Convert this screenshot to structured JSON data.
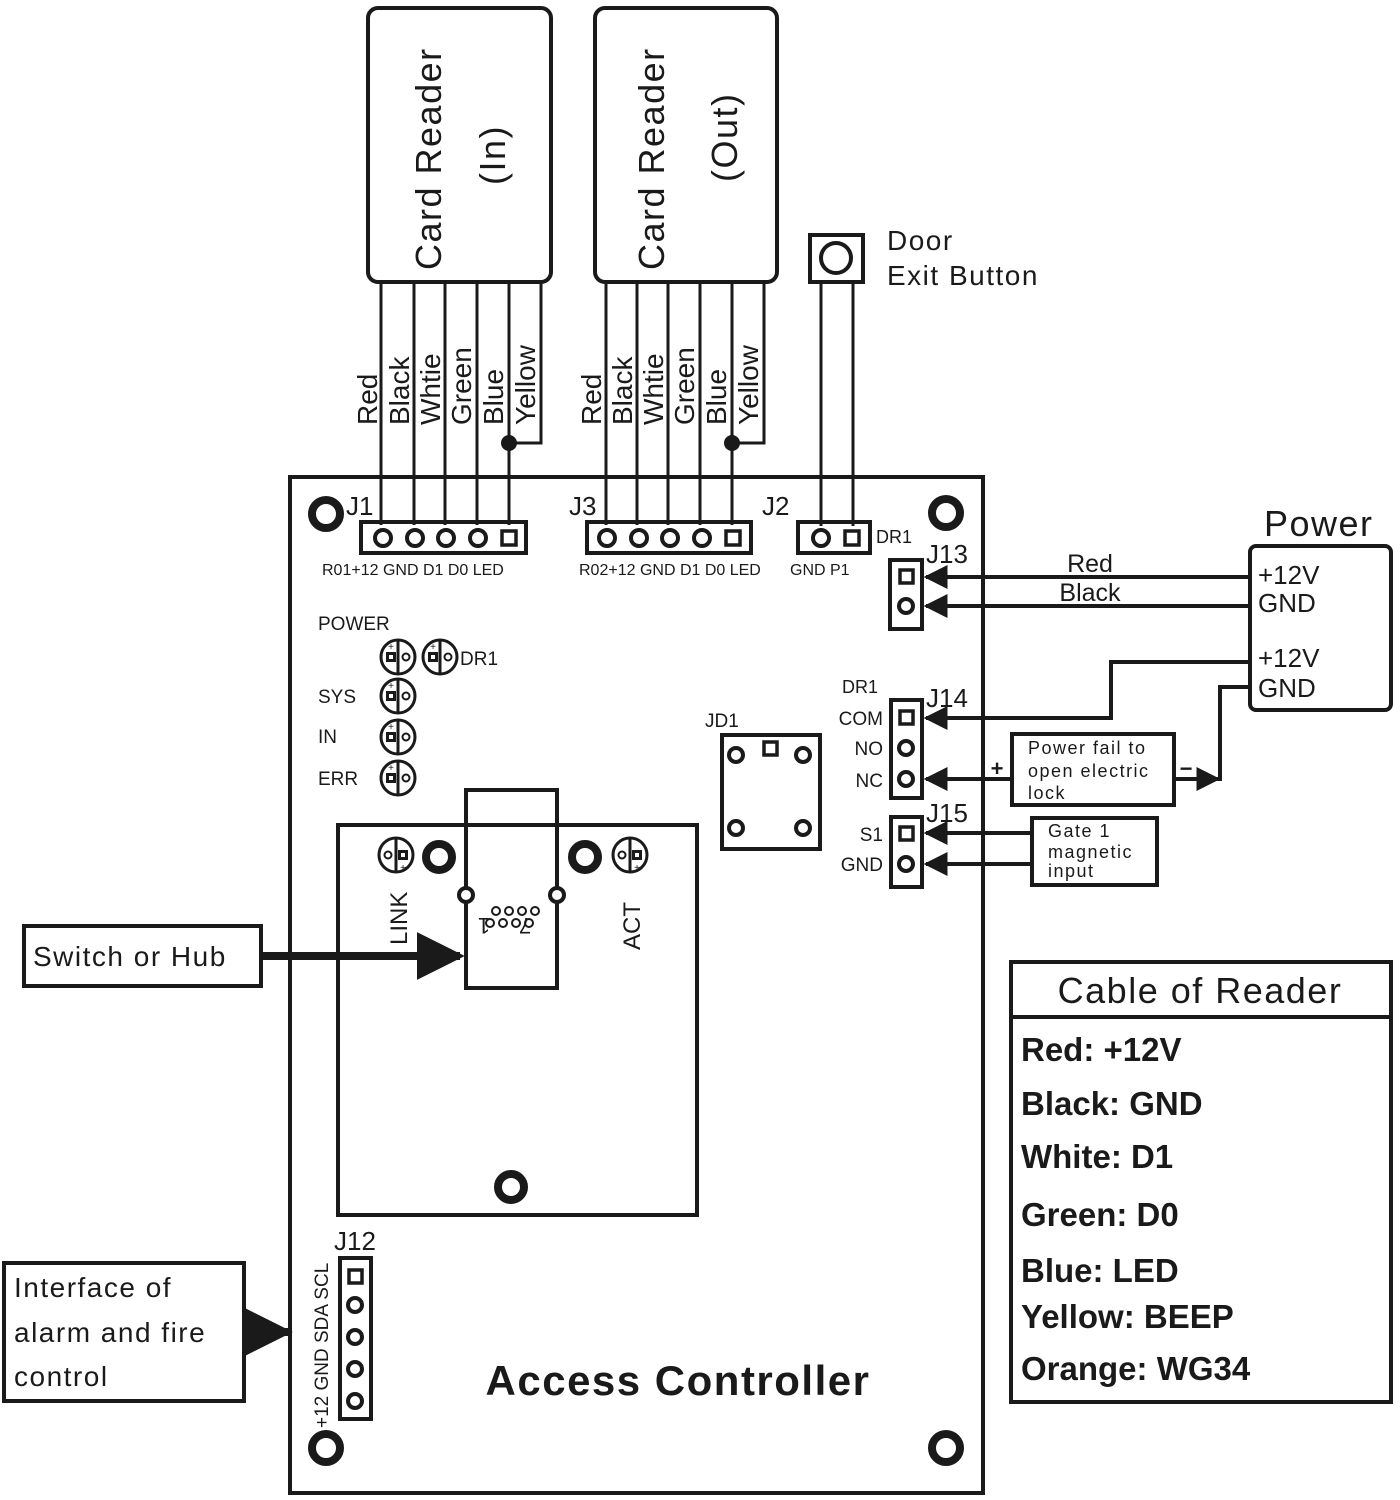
{
  "diagram": {
    "title": "Access Controller",
    "colors": {
      "ink": "#1a1a1a",
      "background": "#ffffff"
    }
  },
  "card_readers": [
    {
      "label": "Card Reader",
      "sub": "(In)",
      "connector": "J1",
      "wires": [
        "Red",
        "Black",
        "Whtie",
        "Green",
        "Blue",
        "Yellow"
      ],
      "pin_labels": "R01+12 GND D1 D0 LED"
    },
    {
      "label": "Card Reader",
      "sub": "(Out)",
      "connector": "J3",
      "wires": [
        "Red",
        "Black",
        "Whtie",
        "Green",
        "Blue",
        "Yellow"
      ],
      "pin_labels": "R02+12 GND D1 D0 LED"
    }
  ],
  "exit_button": {
    "line1": "Door",
    "line2": "Exit Button",
    "connector": "J2",
    "pin_labels": "GND P1",
    "side_label": "DR1"
  },
  "power": {
    "title": "Power",
    "out1_pos": "+12V",
    "out1_neg": "GND",
    "out2_pos": "+12V",
    "out2_neg": "GND",
    "wire_red": "Red",
    "wire_black": "Black",
    "connector": "J13"
  },
  "relay": {
    "group_label": "DR1",
    "connector": "J14",
    "pins": [
      "COM",
      "NO",
      "NC"
    ],
    "lock_box": [
      "Power fail to",
      "open electric",
      "lock"
    ],
    "plus": "+",
    "minus": "−"
  },
  "gate_input": {
    "connector": "J15",
    "pins": [
      "S1",
      "GND"
    ],
    "box": [
      "Gate 1",
      "magnetic",
      "input"
    ]
  },
  "jd1": {
    "label": "JD1"
  },
  "leds": {
    "power_label": "POWER",
    "dr1_label": "DR1",
    "sys_label": "SYS",
    "in_label": "IN",
    "err_label": "ERR"
  },
  "network": {
    "switch_label": "Switch or Hub",
    "link_label": "LINK",
    "act_label": "ACT",
    "pin1": "1",
    "pin7": "7"
  },
  "alarm": {
    "lines": [
      "Interface of",
      "alarm and fire",
      "control"
    ],
    "connector": "J12",
    "pin_labels": "+12 GND SDA SCL"
  },
  "cable_legend": {
    "title": "Cable of Reader",
    "rows": [
      "Red: +12V",
      "Black: GND",
      "White: D1",
      "Green: D0",
      "Blue: LED",
      "Yellow: BEEP",
      "Orange: WG34"
    ]
  }
}
